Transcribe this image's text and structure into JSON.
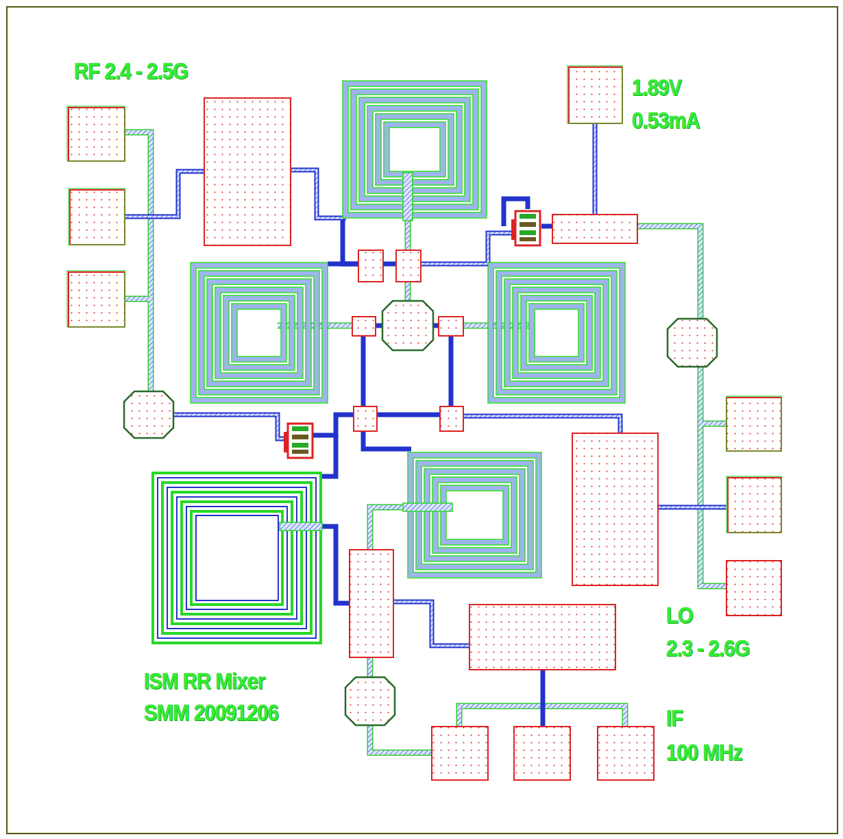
{
  "diagram": {
    "labels": [
      "RF 2.4 - 2.5G",
      "1.89V",
      "0.53mA",
      "ISM RR Mixer",
      "SMM 20091206",
      "LO",
      "2.3 - 2.6G",
      "IF",
      "100 MHz"
    ]
  }
}
